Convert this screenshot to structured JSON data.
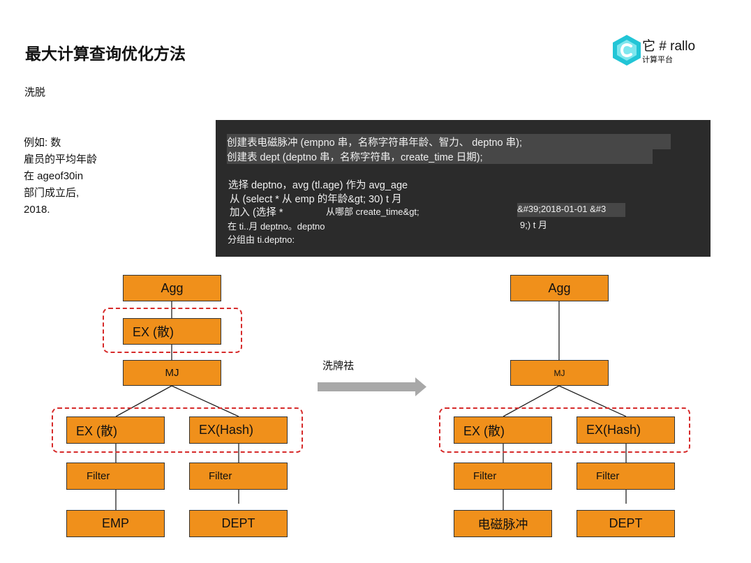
{
  "page": {
    "title": "最大计算查询优化方法",
    "subtitle": "洗脱",
    "description": [
      "例如: 数",
      "雇员的平均年龄",
      "在 ageof30in",
      "部门成立后,",
      "2018."
    ]
  },
  "logo": {
    "name": "它 # rallo",
    "sub": "计算平台",
    "colors": {
      "outer": "#22c5d6",
      "inner": "#7ee6ee"
    }
  },
  "code": {
    "lines": [
      "创建表电磁脉冲 (empno 串，名称字符串年龄、智力、 deptno 串);",
      "创建表 dept (deptno 串，名称字符串，create_time 日期);",
      "选择 deptno，avg (tl.age) 作为 avg_age",
      "从 (select * 从 emp 的年龄&gt; 30) t 月",
      "加入 (选择 *",
      "从哪部 create_time&gt;",
      "&#39;2018-01-01 &#3",
      "在 ti..月 deptno。deptno",
      "9;) t 月",
      "分组由 ti.deptno:"
    ]
  },
  "transition": {
    "label": "洗牌祛"
  },
  "left_plan": {
    "agg": "Agg",
    "ex_top": "EX (散)",
    "mj": "MJ",
    "ex_left": "EX (散)",
    "ex_right": "EX(Hash)",
    "filter_left": "Filter",
    "filter_right": "Filter",
    "table_left": "EMP",
    "table_right": "DEPT"
  },
  "right_plan": {
    "agg": "Agg",
    "mj": "MJ",
    "ex_left": "EX (散)",
    "ex_right": "EX(Hash)",
    "filter_left": "Filter",
    "filter_right": "Filter",
    "table_left": "电磁脉冲",
    "table_right": "DEPT"
  },
  "colors": {
    "node_fill": "#f0901b",
    "dashed_outline": "#d62a2a",
    "code_background": "#2b2b2b",
    "arrow": "#a8a8a8"
  }
}
